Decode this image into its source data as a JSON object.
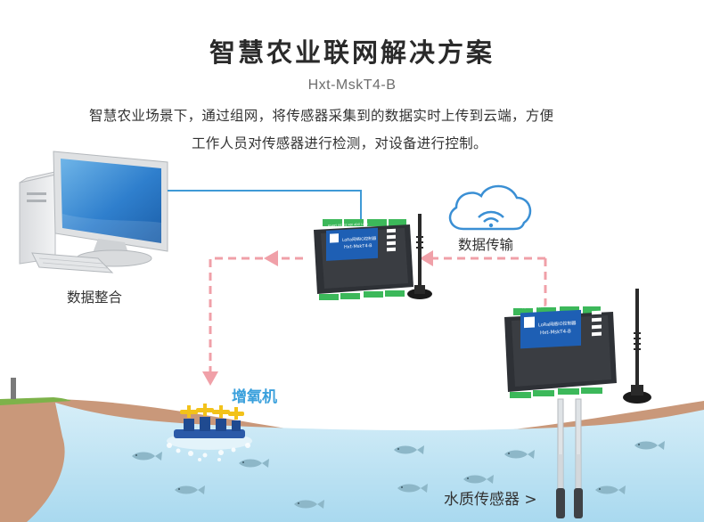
{
  "header": {
    "title": "智慧农业联网解决方案",
    "model": "Hxt-MskT4-B",
    "description_line1": "智慧农业场景下，通过组网，将传感器采集到的数据实时上传到云端，方便",
    "description_line2": "工作人员对传感器进行检测，对设备进行控制。"
  },
  "labels": {
    "data_integration": "数据整合",
    "data_transfer": "数据传输",
    "aerator": "增氧机",
    "water_sensor": "水质传感器 >"
  },
  "device": {
    "name_line": "LoRa网络IO控制器",
    "model_line": "Hxt-MskT4-B",
    "spec_line": "RS485 RS232 4DI 4DO LoRa"
  },
  "colors": {
    "title": "#2a2a2a",
    "accent_blue": "#3aa0dc",
    "arrow_pink": "#f0a0a8",
    "water": "#bfe4f4",
    "soil": "#c9987a",
    "device_blue": "#1e5fb4",
    "device_dark": "#2e3136"
  },
  "icons": {
    "cloud": "cloud-wifi-icon",
    "computer": "desktop-computer-icon",
    "antenna": "antenna-icon",
    "fish": "fish-icon"
  }
}
